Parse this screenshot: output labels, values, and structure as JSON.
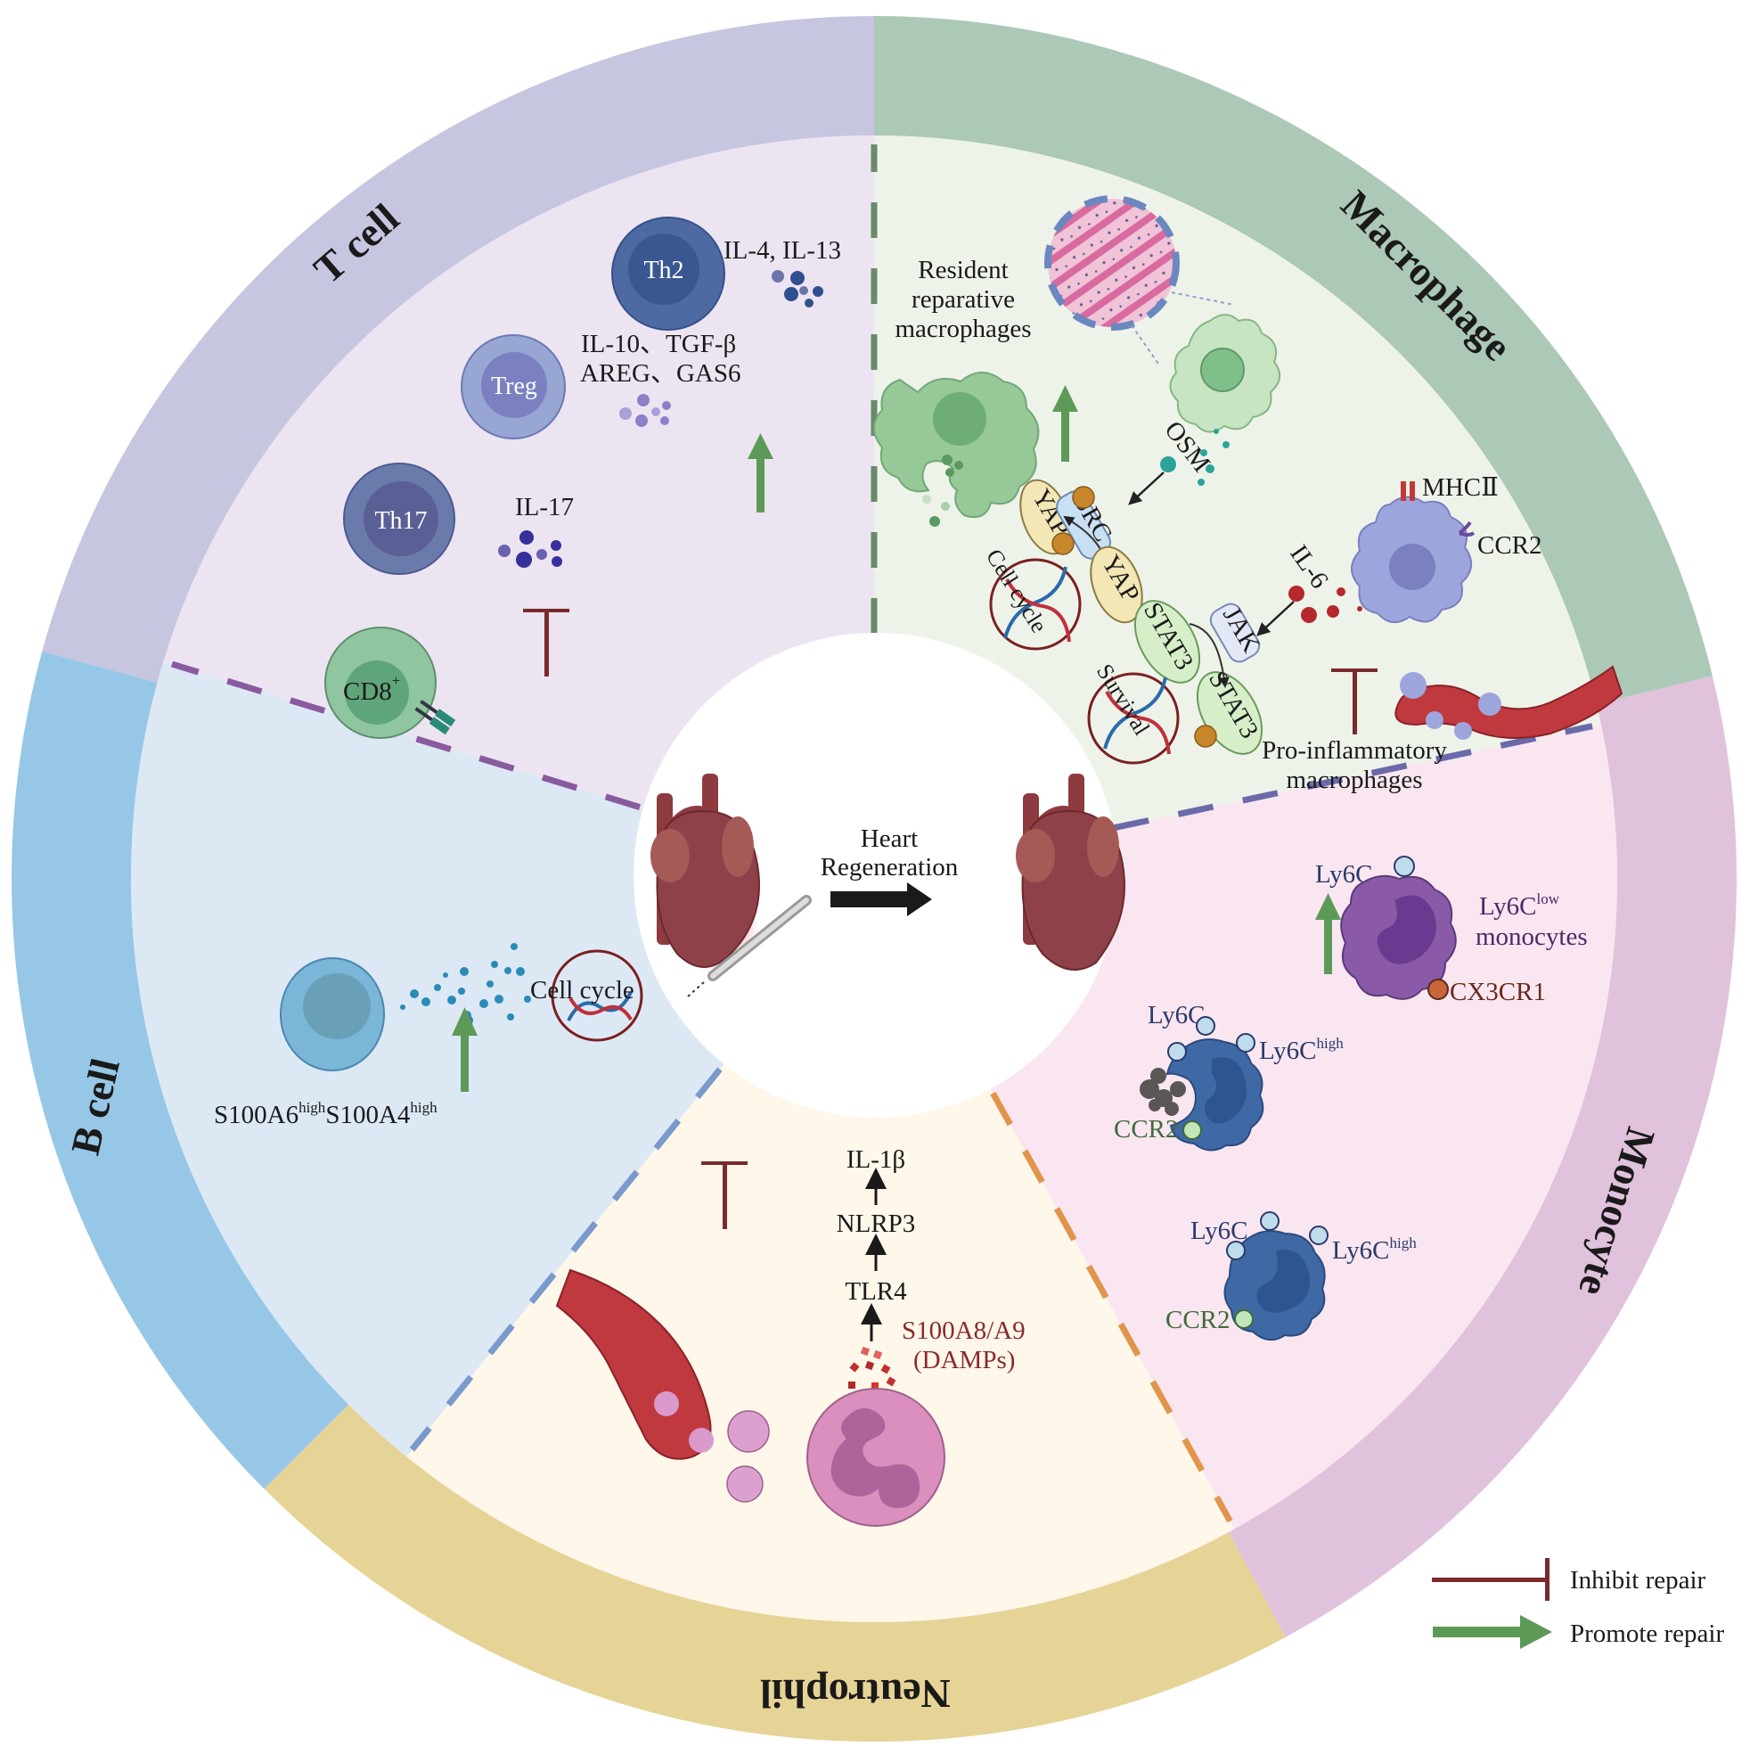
{
  "title": "Immune cells in heart regeneration",
  "center": {
    "label_line1": "Heart",
    "label_line2": "Regeneration",
    "left_icon": "injured-heart-with-scalpel",
    "right_icon": "regenerated-heart"
  },
  "sectors": {
    "t_cell": {
      "label": "T cell",
      "ring_color": "#c6c6e1",
      "fill_color": "#ede4f1",
      "cells": {
        "th2": "Th2",
        "treg": "Treg",
        "th17": "Th17",
        "cd8": "CD8",
        "cd8_sup": "+"
      },
      "factors": {
        "th2": "IL-4, IL-13",
        "treg_line1": "IL-10、TGF-β",
        "treg_line2": "AREG、GAS6",
        "th17": "IL-17"
      },
      "effects": [
        "promote",
        "inhibit"
      ]
    },
    "macrophage": {
      "label": "Macrophage",
      "ring_color": "#acc8b6",
      "fill_color": "#eef3ea",
      "resident_line1": "Resident",
      "resident_line2": "reparative",
      "resident_line3": "macrophages",
      "osm": "OSM",
      "src": "SRC",
      "yap1": "YAP",
      "yap2": "YAP",
      "stat3a": "STAT3",
      "stat3b": "STAT3",
      "jak": "JAK",
      "il6": "IL-6",
      "mhc2": "MHCⅡ",
      "ccr2": "CCR2",
      "cell_cycle": "Cell cycle",
      "survival": "Survival",
      "proinflam_line1": "Pro-inflammatory",
      "proinflam_line2": "macrophages",
      "effects": [
        "promote",
        "inhibit"
      ]
    },
    "monocyte": {
      "label": "Monocyte",
      "ring_color": "#e0c2dc",
      "fill_color": "#f9e6f0",
      "low": {
        "ly6c": "Ly6C",
        "name_main": "Ly6C",
        "name_sup": "low",
        "name_line2": "monocytes",
        "cx3cr1": "CX3CR1"
      },
      "high1": {
        "ly6c": "Ly6C",
        "name_main": "Ly6C",
        "name_sup": "high",
        "ccr2": "CCR2"
      },
      "high2": {
        "ly6c": "Ly6C",
        "name_main": "Ly6C",
        "name_sup": "high",
        "ccr2": "CCR2"
      },
      "effects": [
        "promote"
      ]
    },
    "neutrophil": {
      "label": "Neutrophil",
      "ring_color": "#e6d396",
      "fill_color": "#fef7ea",
      "pathway": [
        "IL-1β",
        "NLRP3",
        "TLR4"
      ],
      "damp_line1": "S100A8/A9",
      "damp_line2": "(DAMPs)",
      "effects": [
        "inhibit"
      ]
    },
    "b_cell": {
      "label": "B cell",
      "ring_color": "#97c7e6",
      "fill_color": "#dde8f5",
      "marker_a": "S100A6",
      "marker_a_sup": "high",
      "marker_b": "S100A4",
      "marker_b_sup": "high",
      "cell_cycle": "Cell cycle",
      "effects": [
        "promote"
      ]
    }
  },
  "legend": {
    "inhibit": "Inhibit repair",
    "promote": "Promote repair",
    "inhibit_color": "#7a2a2a",
    "promote_color": "#5e9a57"
  },
  "colors": {
    "promote_arrow": "#5e9a57",
    "inhibit_bar": "#7a2a2a",
    "damp_red": "#8a2a2a",
    "monocyte_text_blue": "#2b3a6a",
    "monocyte_text_purple": "#4a2a6a",
    "ccr2_green": "#3f6a3a",
    "cx3cr1_brown": "#6a2a1a"
  }
}
